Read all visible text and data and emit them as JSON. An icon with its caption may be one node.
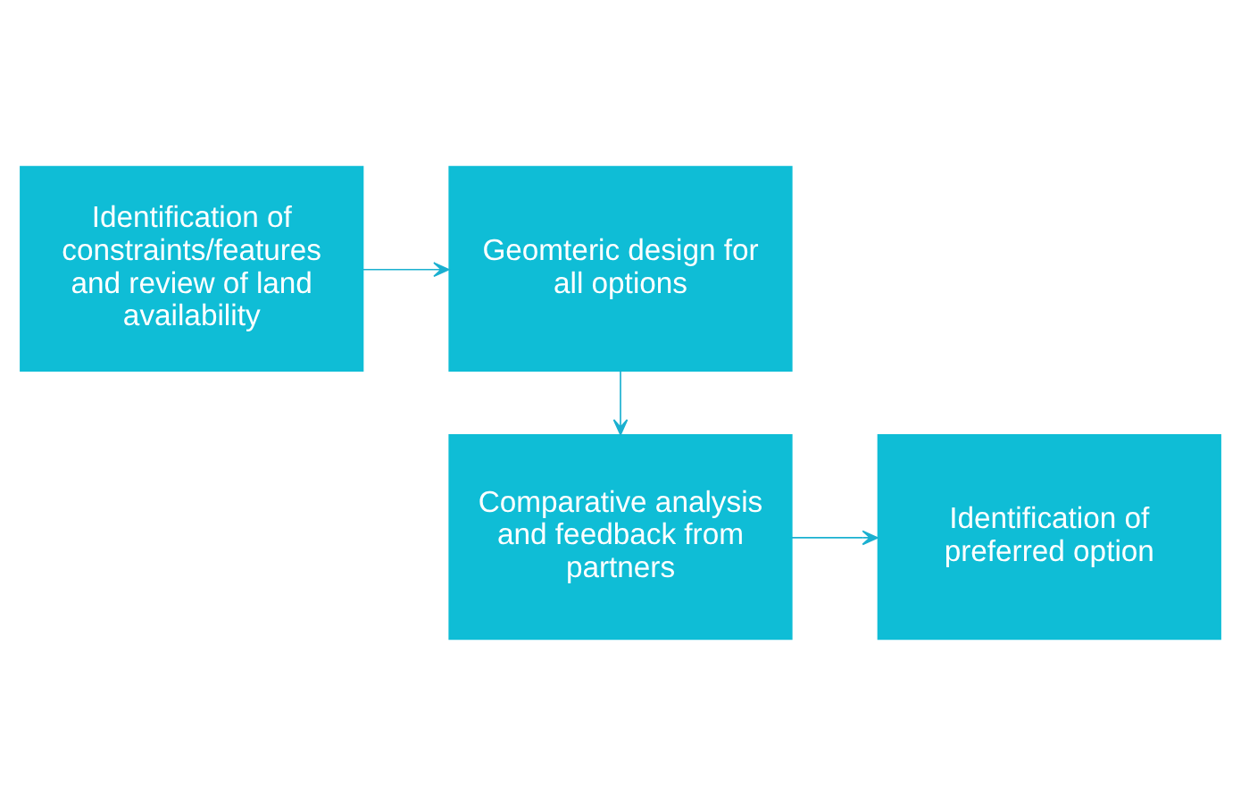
{
  "diagram": {
    "nodes": [
      {
        "text": [
          "Identification of constraints/features and review of land availability"
        ]
      },
      {
        "text": [
          "Geomteric design for all options"
        ]
      },
      {
        "text": [
          "Comparative analysis and feedback from partners"
        ]
      },
      {
        "text": [
          "Identification of preferred option"
        ]
      }
    ],
    "edges": [
      {
        "from": 0,
        "to": 1,
        "arrow": "to"
      },
      {
        "from": 1,
        "to": 2,
        "arrow": "to"
      },
      {
        "from": 2,
        "to": 3,
        "arrow": "to"
      }
    ]
  }
}
